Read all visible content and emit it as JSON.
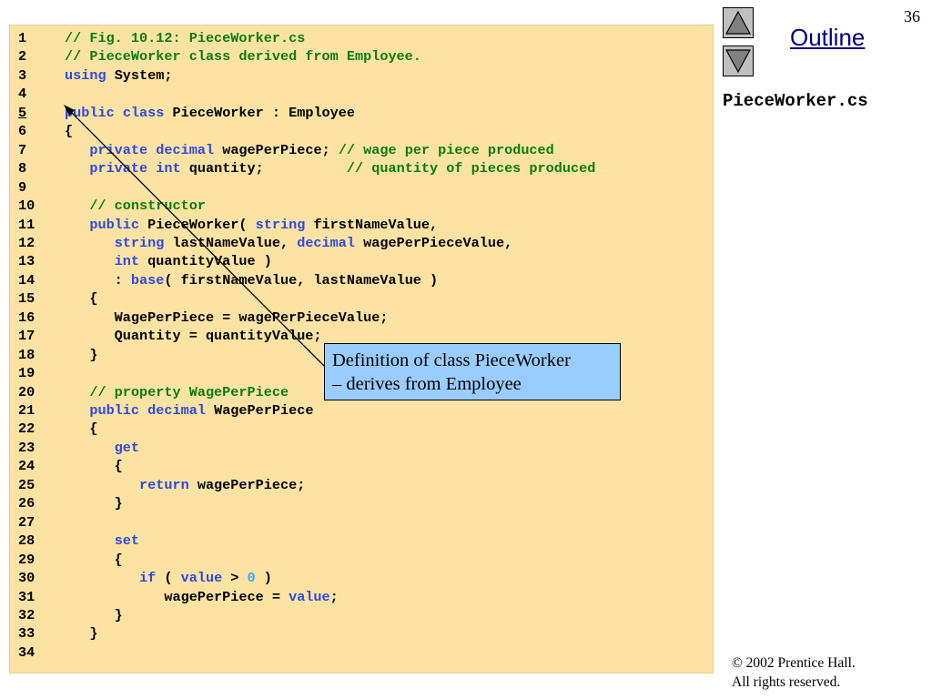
{
  "slide": {
    "number": "36"
  },
  "nav": {
    "outline_label": "Outline",
    "up_icon": "triangle-up-icon",
    "down_icon": "triangle-down-icon"
  },
  "sidebar": {
    "filename": "PieceWorker.cs"
  },
  "footer": {
    "copyright_line1": "© 2002 Prentice Hall.",
    "copyright_line2": "All rights reserved."
  },
  "callout": {
    "line1": "Definition of class PieceWorker",
    "line2": "– derives from Employee"
  },
  "colors": {
    "panel": "#fce3a4",
    "keyword": "#2d49e0",
    "comment": "#0a7c12",
    "number": "#38a9f2",
    "callout": "#99ccff"
  },
  "code": [
    {
      "n": "1",
      "t": [
        [
          "cm",
          "// Fig. 10.12: PieceWorker.cs"
        ]
      ]
    },
    {
      "n": "2",
      "t": [
        [
          "cm",
          "// PieceWorker class derived from Employee."
        ]
      ]
    },
    {
      "n": "3",
      "t": [
        [
          "kw",
          "using"
        ],
        [
          "",
          " System;"
        ]
      ]
    },
    {
      "n": "4",
      "t": []
    },
    {
      "n": "5",
      "u": true,
      "t": [
        [
          "kw",
          "public"
        ],
        [
          "",
          " "
        ],
        [
          "kw",
          "class"
        ],
        [
          "",
          " PieceWorker : Employee"
        ]
      ]
    },
    {
      "n": "6",
      "t": [
        [
          "",
          "{"
        ]
      ]
    },
    {
      "n": "7",
      "t": [
        [
          "",
          "   "
        ],
        [
          "kw",
          "private"
        ],
        [
          "",
          " "
        ],
        [
          "kw",
          "decimal"
        ],
        [
          "",
          " wagePerPiece; "
        ],
        [
          "cm",
          "// wage per piece produced"
        ]
      ]
    },
    {
      "n": "8",
      "t": [
        [
          "",
          "   "
        ],
        [
          "kw",
          "private"
        ],
        [
          "",
          " "
        ],
        [
          "kw",
          "int"
        ],
        [
          "",
          " quantity;          "
        ],
        [
          "cm",
          "// quantity of pieces produced"
        ]
      ]
    },
    {
      "n": "9",
      "t": []
    },
    {
      "n": "10",
      "t": [
        [
          "",
          "   "
        ],
        [
          "cm",
          "// constructor"
        ]
      ]
    },
    {
      "n": "11",
      "t": [
        [
          "",
          "   "
        ],
        [
          "kw",
          "public"
        ],
        [
          "",
          " PieceWorker( "
        ],
        [
          "kw",
          "string"
        ],
        [
          "",
          " firstNameValue,"
        ]
      ]
    },
    {
      "n": "12",
      "t": [
        [
          "",
          "      "
        ],
        [
          "kw",
          "string"
        ],
        [
          "",
          " lastNameValue, "
        ],
        [
          "kw",
          "decimal"
        ],
        [
          "",
          " wagePerPieceValue,"
        ]
      ]
    },
    {
      "n": "13",
      "t": [
        [
          "",
          "      "
        ],
        [
          "kw",
          "int"
        ],
        [
          "",
          " quantityValue )"
        ]
      ]
    },
    {
      "n": "14",
      "t": [
        [
          "",
          "      : "
        ],
        [
          "kw",
          "base"
        ],
        [
          "",
          "( firstNameValue, lastNameValue )"
        ]
      ]
    },
    {
      "n": "15",
      "t": [
        [
          "",
          "   {"
        ]
      ]
    },
    {
      "n": "16",
      "t": [
        [
          "",
          "      WagePerPiece = wagePerPieceValue;"
        ]
      ]
    },
    {
      "n": "17",
      "t": [
        [
          "",
          "      Quantity = quantityValue;"
        ]
      ]
    },
    {
      "n": "18",
      "t": [
        [
          "",
          "   }"
        ]
      ]
    },
    {
      "n": "19",
      "t": []
    },
    {
      "n": "20",
      "t": [
        [
          "",
          "   "
        ],
        [
          "cm",
          "// property WagePerPiece"
        ]
      ]
    },
    {
      "n": "21",
      "t": [
        [
          "",
          "   "
        ],
        [
          "kw",
          "public"
        ],
        [
          "",
          " "
        ],
        [
          "kw",
          "decimal"
        ],
        [
          "",
          " WagePerPiece"
        ]
      ]
    },
    {
      "n": "22",
      "t": [
        [
          "",
          "   {"
        ]
      ]
    },
    {
      "n": "23",
      "t": [
        [
          "",
          "      "
        ],
        [
          "kw",
          "get"
        ]
      ]
    },
    {
      "n": "24",
      "t": [
        [
          "",
          "      {"
        ]
      ]
    },
    {
      "n": "25",
      "t": [
        [
          "",
          "         "
        ],
        [
          "kw",
          "return"
        ],
        [
          "",
          " wagePerPiece;"
        ]
      ]
    },
    {
      "n": "26",
      "t": [
        [
          "",
          "      }"
        ]
      ]
    },
    {
      "n": "27",
      "t": []
    },
    {
      "n": "28",
      "t": [
        [
          "",
          "      "
        ],
        [
          "kw",
          "set"
        ]
      ]
    },
    {
      "n": "29",
      "t": [
        [
          "",
          "      {"
        ]
      ]
    },
    {
      "n": "30",
      "t": [
        [
          "",
          "         "
        ],
        [
          "kw",
          "if"
        ],
        [
          "",
          " ( "
        ],
        [
          "kw",
          "value"
        ],
        [
          "",
          " > "
        ],
        [
          "num",
          "0"
        ],
        [
          "",
          " )"
        ]
      ]
    },
    {
      "n": "31",
      "t": [
        [
          "",
          "            wagePerPiece = "
        ],
        [
          "kw",
          "value"
        ],
        [
          "",
          ";"
        ]
      ]
    },
    {
      "n": "32",
      "t": [
        [
          "",
          "      }"
        ]
      ]
    },
    {
      "n": "33",
      "t": [
        [
          "",
          "   }"
        ]
      ]
    },
    {
      "n": "34",
      "t": []
    }
  ]
}
